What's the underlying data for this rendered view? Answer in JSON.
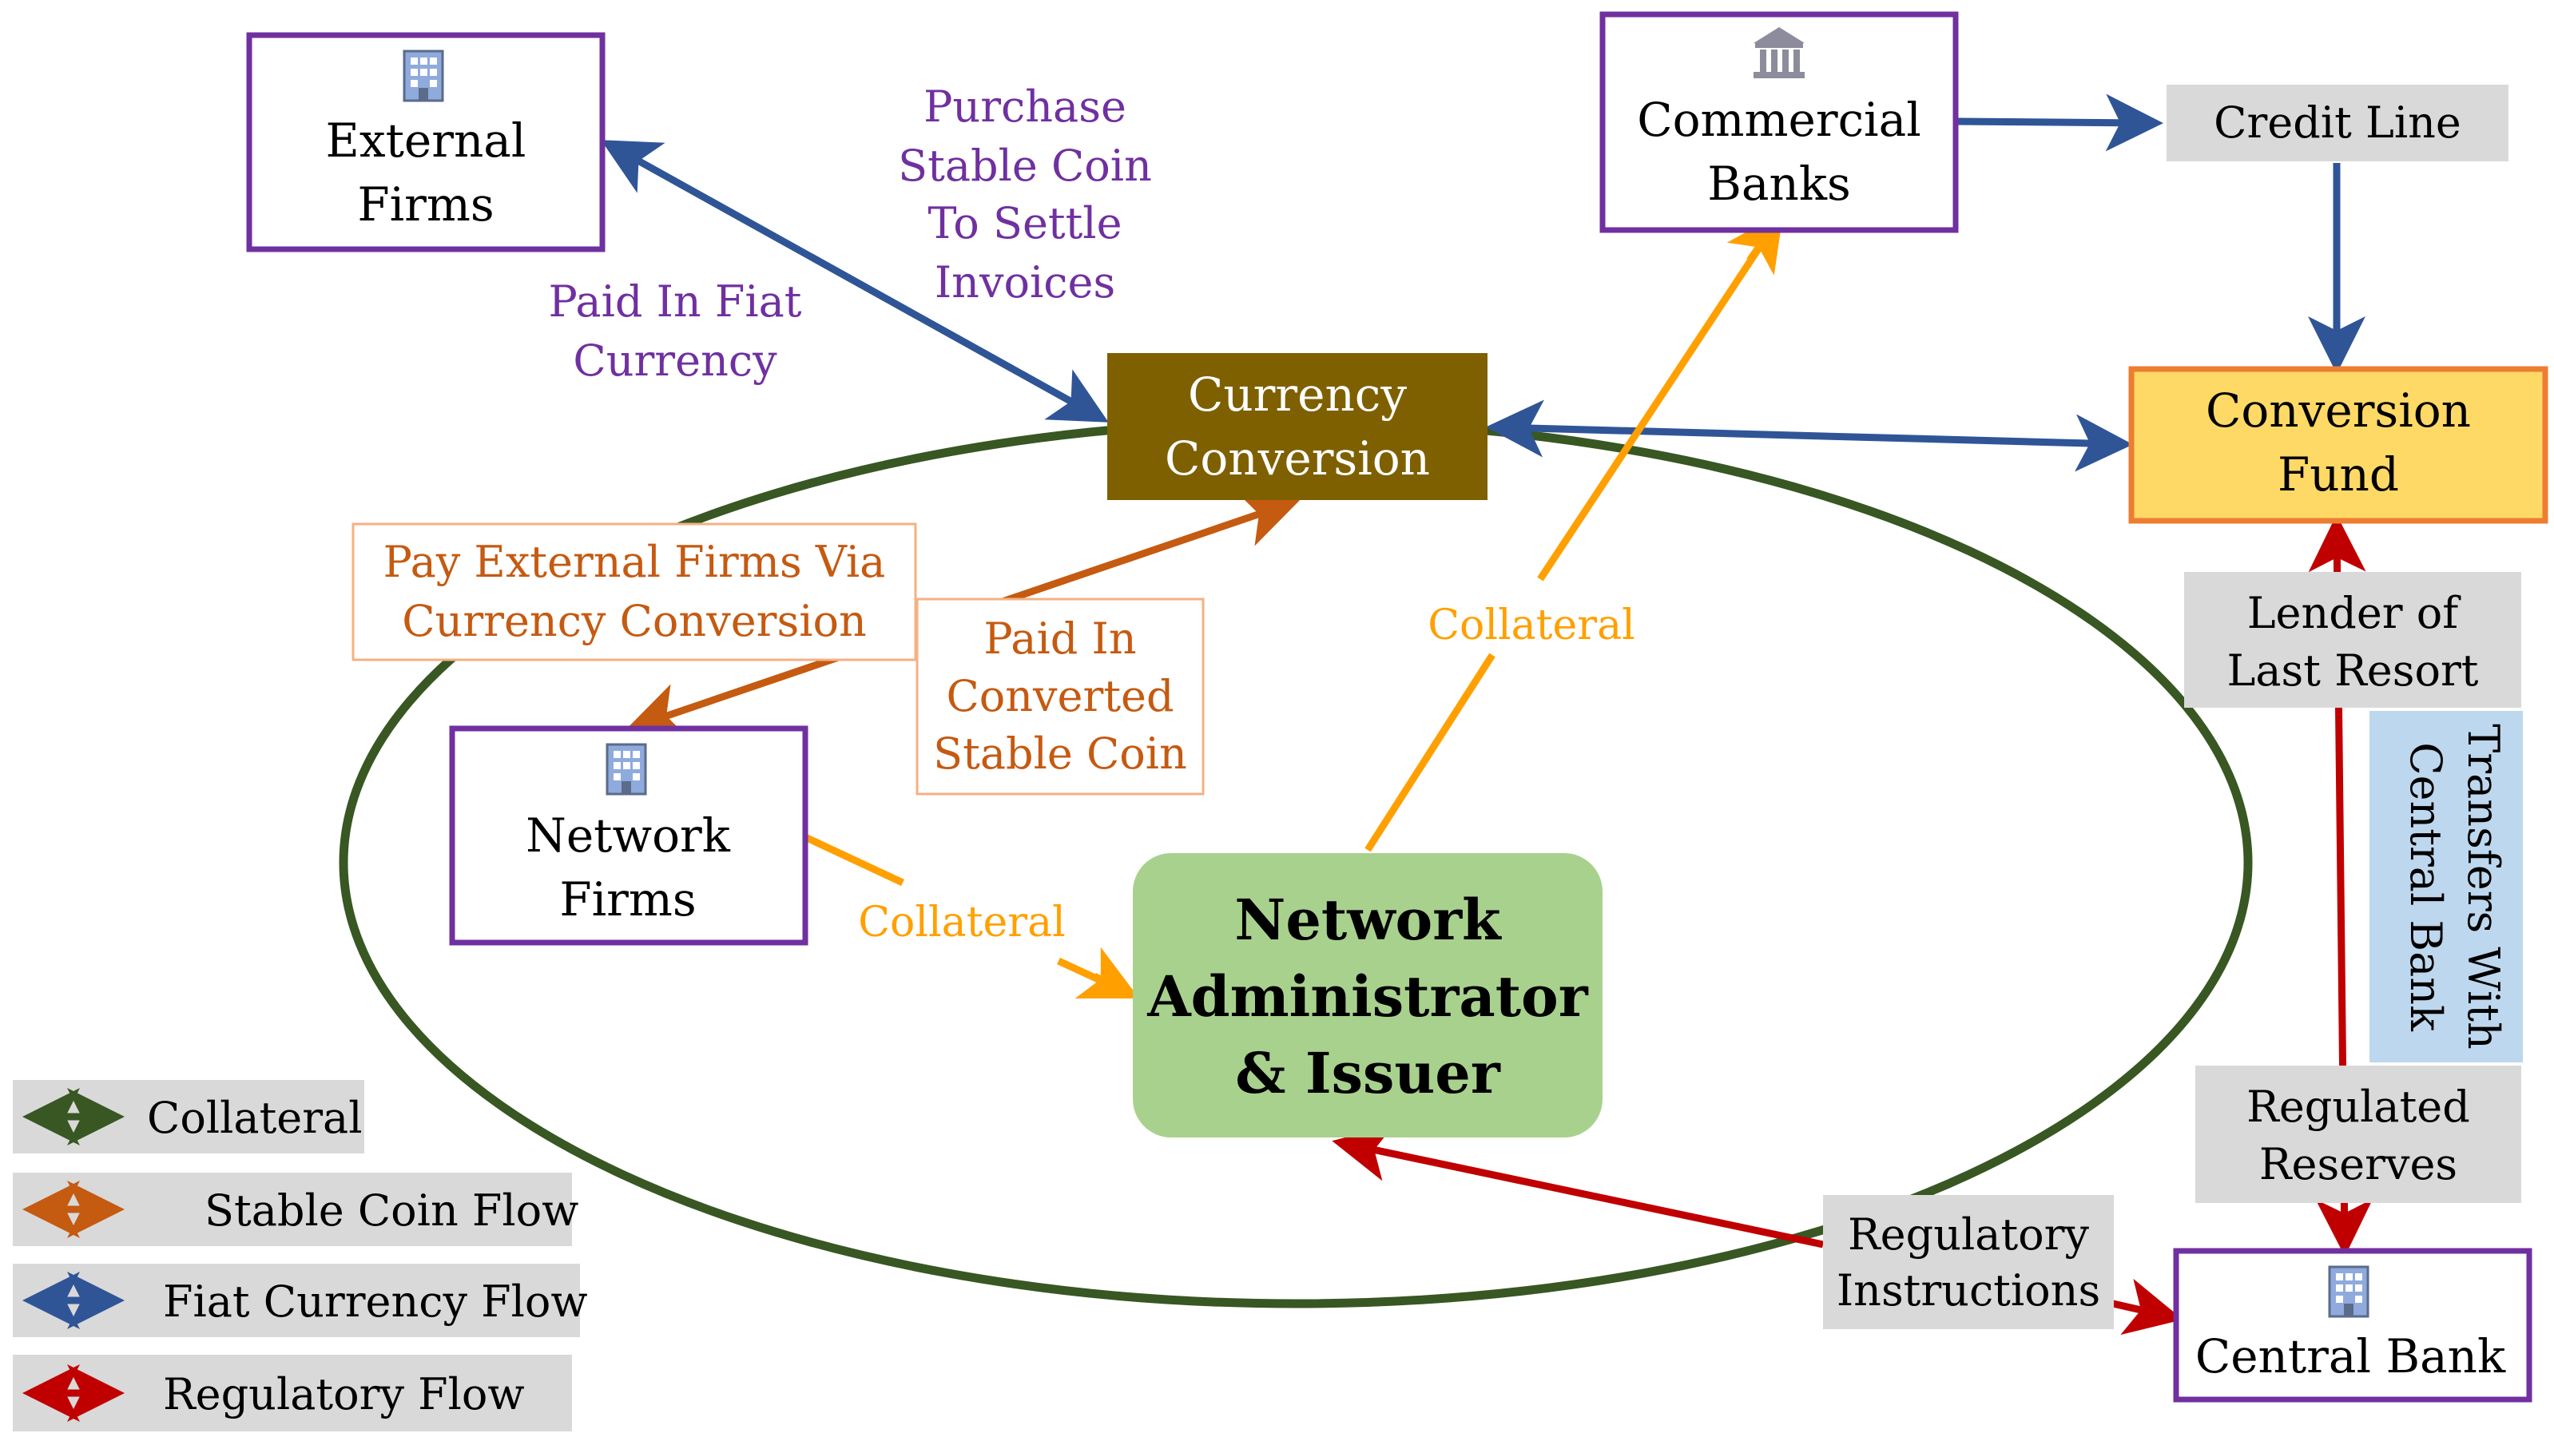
{
  "nodes": {
    "external_firms": [
      "External",
      "Firms"
    ],
    "commercial_banks": [
      "Commercial",
      "Banks"
    ],
    "network_firms": [
      "Network",
      "Firms"
    ],
    "central_bank": "Central Bank",
    "currency_conversion": [
      "Currency",
      "Conversion"
    ],
    "conversion_fund": [
      "Conversion",
      "Fund"
    ],
    "network_admin": [
      "Network",
      "Administrator",
      "& Issuer"
    ],
    "credit_line": "Credit Line",
    "lender_last_resort": [
      "Lender of",
      "Last Resort"
    ],
    "regulated_reserves": [
      "Regulated",
      "Reserves"
    ],
    "regulatory_instructions": [
      "Regulatory",
      "Instructions"
    ],
    "transfers_central_bank": [
      "Transfers With",
      "Central Bank"
    ]
  },
  "labels": {
    "purchase_stable_coin": [
      "Purchase",
      "Stable Coin",
      "To Settle",
      "Invoices"
    ],
    "paid_in_fiat": [
      "Paid In Fiat",
      "Currency"
    ],
    "pay_external_firms": [
      "Pay External Firms Via",
      "Currency Conversion"
    ],
    "paid_converted": [
      "Paid In",
      "Converted",
      "Stable Coin"
    ],
    "collateral_top": "Collateral",
    "collateral_bottom": "Collateral"
  },
  "legend": [
    {
      "label": "Collateral",
      "color": "#385723"
    },
    {
      "label": "Stable Coin Flow",
      "color": "#c55a11"
    },
    {
      "label": "Fiat Currency Flow",
      "color": "#2f5597"
    },
    {
      "label": "Regulatory Flow",
      "color": "#c00000"
    }
  ],
  "colors": {
    "purple_border": "#7030a0",
    "purple_text": "#7030a0",
    "stable_coin": "#c55a11",
    "fiat": "#2f5597",
    "regulatory": "#c00000",
    "collateral_arrow": "#ffa000",
    "collateral_ellipse": "#385723",
    "gray_box": "#d9d9d9",
    "currency_conversion_fill": "#7f6000",
    "conversion_fund_fill": "#ffd966",
    "conversion_fund_border": "#ed7d31",
    "admin_fill": "#a9d18e",
    "transfers_fill": "#bdd7ee"
  },
  "icons": [
    "office-building-icon",
    "bank-icon"
  ]
}
